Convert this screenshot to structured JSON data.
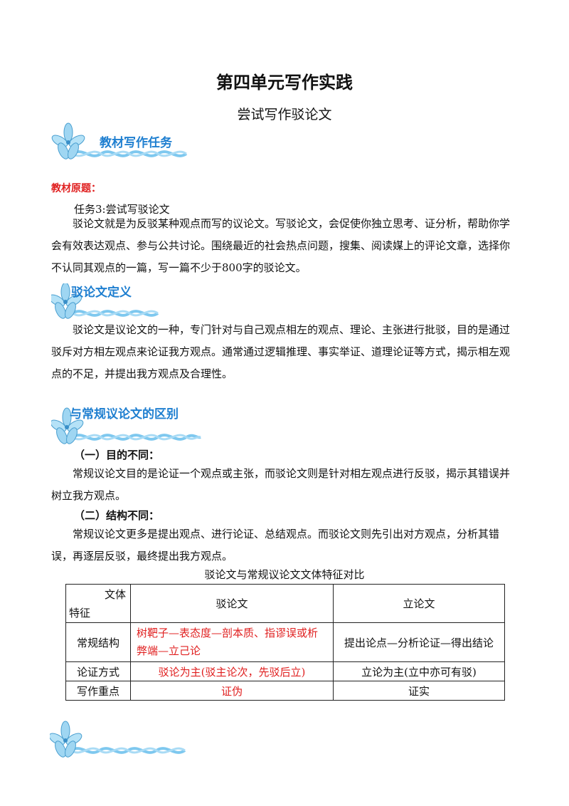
{
  "title": "第四单元写作实践",
  "subtitle": "尝试写作驳论文",
  "section1": {
    "heading": "教材写作任务",
    "label": "教材原题：",
    "task": "任务3:尝试写驳论文",
    "body": "驳论文就是为反驳某种观点而写的议论文。写驳论文，会促使你独立思考、证分析，帮助你学会有效表达观点、参与公共讨论。围绕最近的社会热点问题，搜集、阅读媒上的评论文章，选择你不认同其观点的一篇，写一篇不少于800字的驳论文。"
  },
  "section2": {
    "heading": "驳论文定义",
    "body": "驳论文是议论文的一种，专门针对与自己观点相左的观点、理论、主张进行批驳，目的是通过驳斥对方相左观点来论证我方观点。通常通过逻辑推理、事实举证、道理论证等方式，揭示相左观点的不足，并提出我方观点及合理性。"
  },
  "section3": {
    "heading": "与常规议论文的区别",
    "sub1": "（一）目的不同：",
    "body1": "常规议论文目的是论证一个观点或主张，而驳论文则是针对相左观点进行反驳，揭示其错误并树立我方观点。",
    "sub2": "（二）结构不同：",
    "body2": "常规议论文更多是提出观点、进行论证、总结观点。而驳论文则先引出对方观点，分析其错误，再逐层反驳，最终提出我方观点。"
  },
  "table": {
    "caption": "驳论文与常规议论文文体特征对比",
    "corner_top": "文体",
    "corner_bottom": "特征",
    "col1": "驳论文",
    "col2": "立论文",
    "rows": [
      {
        "label": "常规结构",
        "a": "树靶子—表态度—剖本质、指谬误或析弊端—立己论",
        "b": "提出论点—分析论证—得出结论"
      },
      {
        "label": "论证方式",
        "a": "驳论为主(驳主论次，先驳后立)",
        "b": "立论为主(立中亦可有驳)"
      },
      {
        "label": "写作重点",
        "a": "证伪",
        "b": "证实"
      }
    ]
  },
  "colors": {
    "heading_blue": "#1f7fd0",
    "label_red": "#e02020",
    "ribbon": "#7ec8ef"
  }
}
